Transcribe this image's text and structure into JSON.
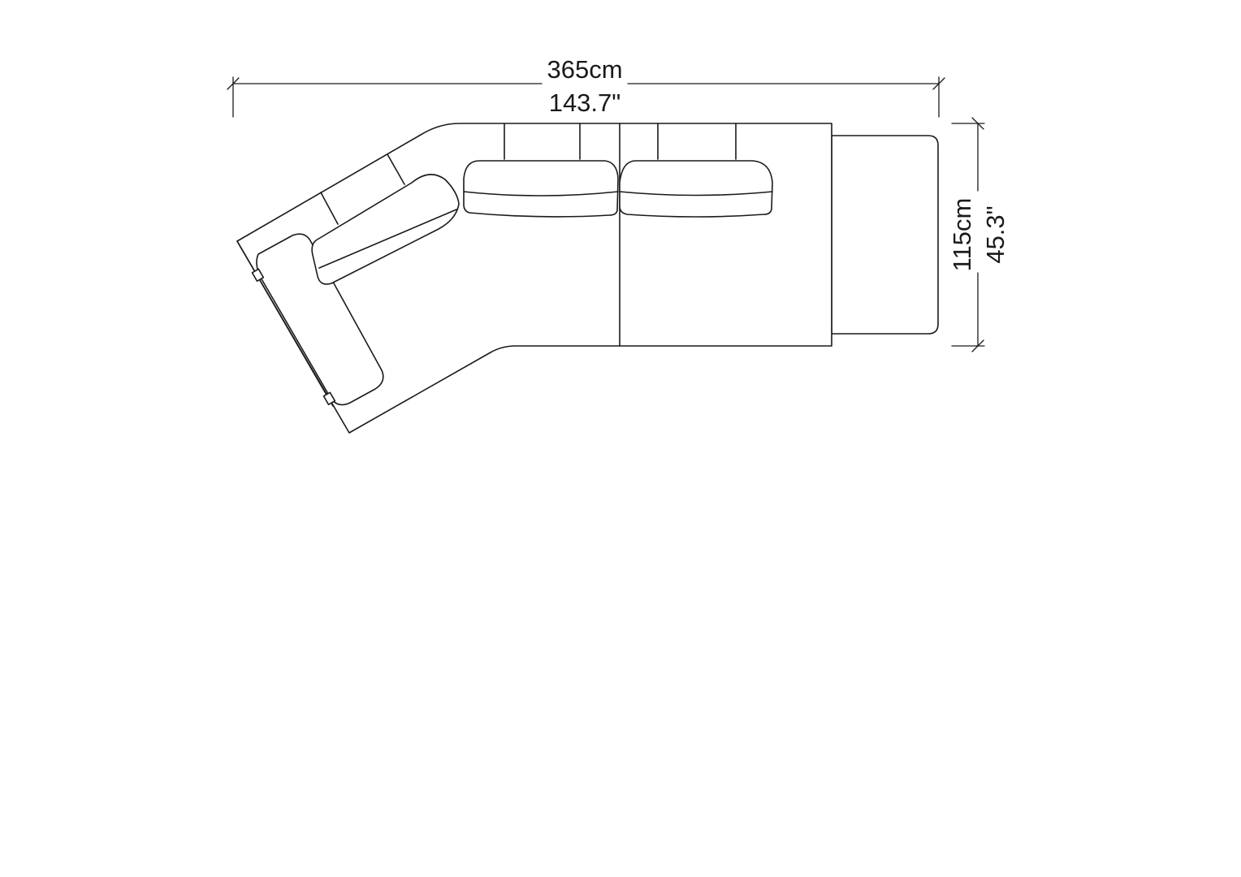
{
  "dimensions": {
    "width_cm": "365cm",
    "width_in": "143.7\"",
    "depth_cm": "115cm",
    "depth_in": "45.3\""
  },
  "colors": {
    "line": "#1a1a1a",
    "background": "#ffffff"
  }
}
